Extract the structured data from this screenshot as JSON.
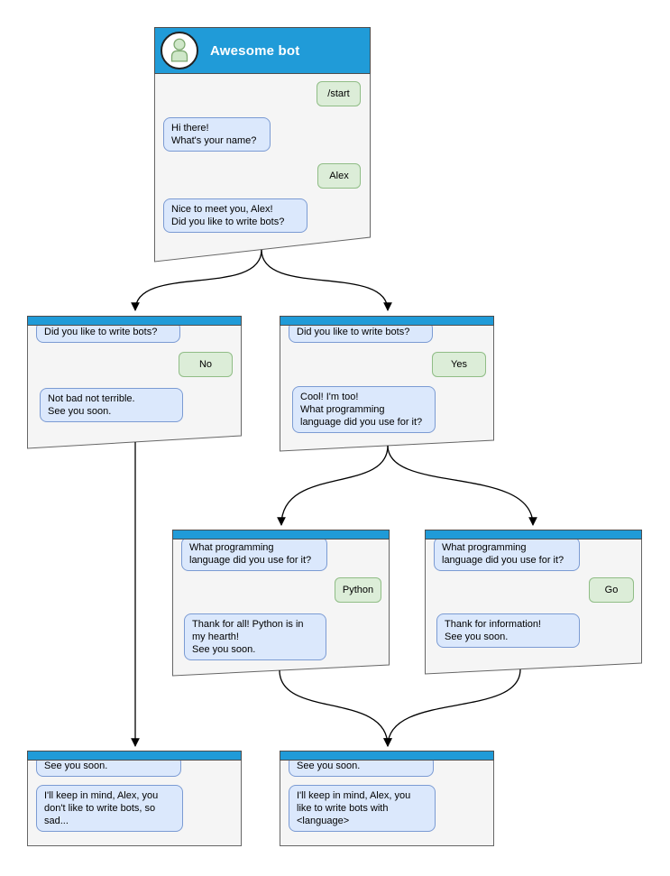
{
  "colors": {
    "header_blue": "#209bd8",
    "window_fill": "#f5f5f5",
    "window_border": "#666666",
    "bot_bubble_fill": "#dbe8fc",
    "bot_bubble_border": "#7b9bd3",
    "user_bubble_fill": "#dcedd8",
    "user_bubble_border": "#90bd86",
    "arrow_color": "#000000"
  },
  "main_window": {
    "title": "Awesome bot",
    "avatar_icon": "person-icon",
    "m1": "/start",
    "m2": "Hi there!\nWhat's your name?",
    "m3": "Alex",
    "m4": "Nice to meet you, Alex!\nDid you like to write bots?"
  },
  "branch_no": {
    "m1": "Did you like to write bots?",
    "m2": "No",
    "m3": "Not bad not terrible.\nSee you soon."
  },
  "branch_yes": {
    "m1": "Did you like to write bots?",
    "m2": "Yes",
    "m3": "Cool! I'm too!\nWhat programming\nlanguage did you use for it?"
  },
  "branch_python": {
    "m1": "What programming\nlanguage did you use for it?",
    "m2": "Python",
    "m3": "Thank for all! Python is in\nmy hearth!\nSee you soon."
  },
  "branch_go": {
    "m1": "What programming\nlanguage did you use for it?",
    "m2": "Go",
    "m3": "Thank for information!\nSee you soon."
  },
  "end_no": {
    "m1": "See you soon.",
    "m2": "I'll keep in mind, Alex, you\ndon't like to write bots, so\nsad..."
  },
  "end_language": {
    "m1": "See you soon.",
    "m2": "I'll keep in mind, Alex, you\nlike to write bots with\n<language>"
  }
}
